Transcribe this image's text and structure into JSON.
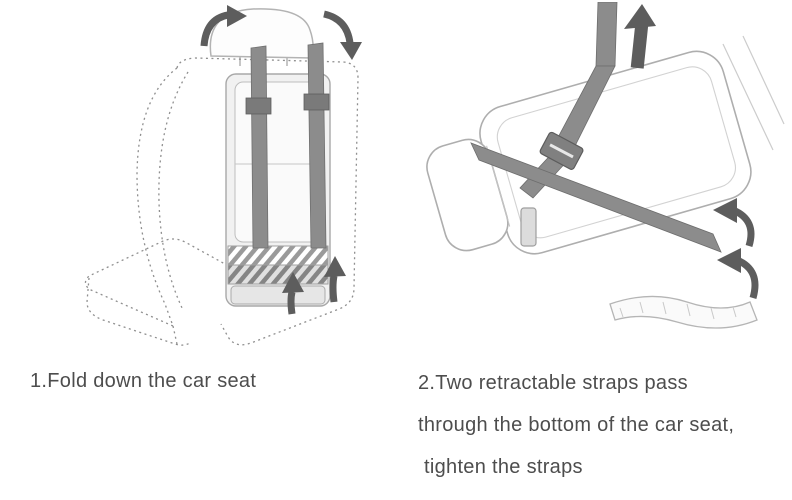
{
  "colors": {
    "outline": "#aeaeae",
    "dotted_line": "#8f8f8f",
    "strap": "#8c8c8c",
    "arrow": "#5d5d5d",
    "text": "#4d4d4d",
    "background": "#ffffff"
  },
  "steps": [
    {
      "number": "1",
      "caption": "1.Fold down the car seat",
      "illustration_name": "upright-car-seat-dotted-cover-with-two-straps-over-backrest"
    },
    {
      "number": "2",
      "caption_lines": [
        "2.Two retractable straps pass",
        "through the bottom of the car seat,",
        "tighten the straps"
      ],
      "illustration_name": "folded-car-seat-straps-through-bottom-tightened"
    }
  ]
}
